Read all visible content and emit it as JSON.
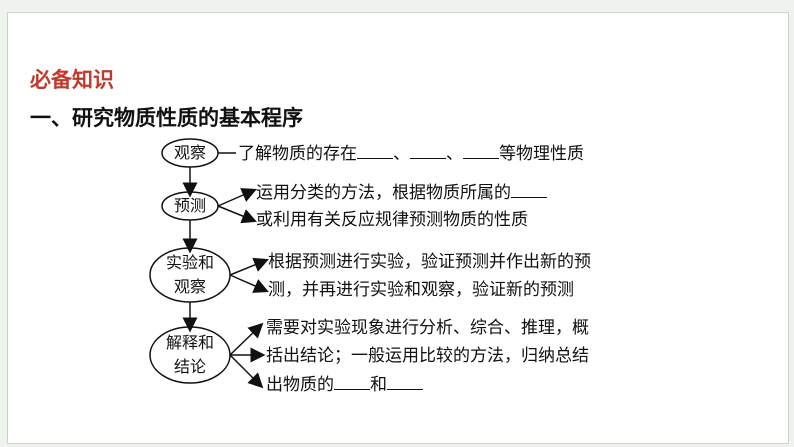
{
  "section_label": "必备知识",
  "heading": "一、研究物质性质的基本程序",
  "steps": [
    {
      "label": "观察",
      "lines": [
        {
          "parts": [
            "了解物质的存在",
            "、",
            "、",
            "等物理性质"
          ]
        }
      ]
    },
    {
      "label": "预测",
      "lines": [
        {
          "text": "运用分类的方法，根据物质所属的"
        },
        {
          "text": "或利用有关反应规律预测物质的性质"
        }
      ]
    },
    {
      "label_line1": "实验和",
      "label_line2": "观察",
      "lines": [
        {
          "text": "根据预测进行实验，验证预测并作出新的预"
        },
        {
          "text": "测，并再进行实验和观察，验证新的预测"
        }
      ]
    },
    {
      "label_line1": "解释和",
      "label_line2": "结论",
      "lines": [
        {
          "text": "需要对实验现象进行分析、综合、推理，概"
        },
        {
          "text": "括出结论；一般运用比较的方法，归纳总结"
        },
        {
          "parts": [
            "出物质的",
            "和"
          ]
        }
      ]
    }
  ],
  "colors": {
    "accent": "#c0392b",
    "ink": "#111111",
    "frame": "#c8d6c8"
  }
}
